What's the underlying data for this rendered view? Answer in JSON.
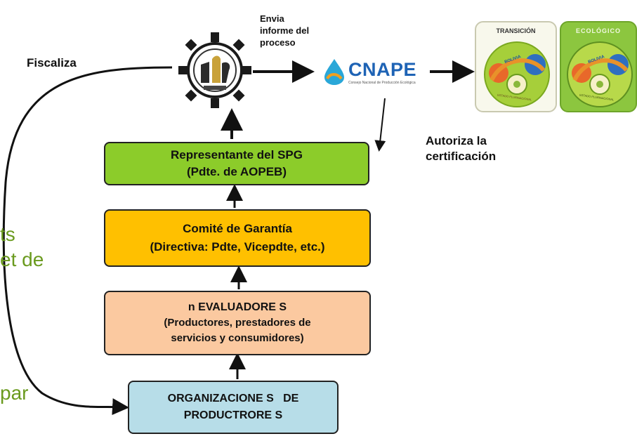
{
  "labels": {
    "fiscaliza": "Fiscaliza",
    "envia_line1": "Envia",
    "envia_line2": "informe del",
    "envia_line3": "proceso",
    "autoriza_line1": "Autoriza la",
    "autoriza_line2": "certificación"
  },
  "logos": {
    "cnape": "CNAPE",
    "cnape_sub": "Consejo Nacional de Producción Ecológica",
    "seal_transicion_title": "TRANSICIÓN",
    "seal_ecologico_title": "ECOLÓGICO",
    "seal_bolivia": "BOLIVIA",
    "seal_estado": "ESTADO PLURINACIONAL"
  },
  "boxes": {
    "representante": {
      "line1": "Representante del SPG",
      "line2": "(Pdte. de AOPEB)",
      "color": "#8ccc2a"
    },
    "comite": {
      "line1": "Comité de Garantía",
      "line2": "(Directiva: Pdte, Vicepdte, etc.)",
      "color": "#ffc000"
    },
    "evaluadores": {
      "line1": "n EVALUADORE S",
      "line2": "(Productores, prestadores de",
      "line3": "servicios y consumidores)",
      "color": "#fbc9a0"
    },
    "organizaciones": {
      "line1": "ORGANIZACIONE S   DE",
      "line2": "PRODUCTRORE S",
      "color": "#b7dde8"
    }
  },
  "cut_text": {
    "t1": "ts",
    "t2": "et de",
    "t3": "par"
  },
  "colors": {
    "arrow": "#111111",
    "cut_text": "#6a9a1e"
  }
}
